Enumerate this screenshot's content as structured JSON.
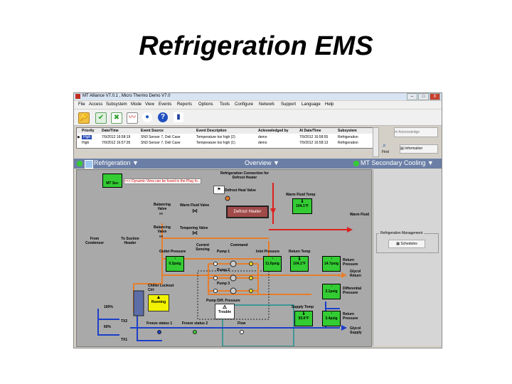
{
  "slide": {
    "title": "Refrigeration EMS"
  },
  "window": {
    "title": "MT Alliance V7.0.1 , Micro Thermo Demo V7.0",
    "min": "–",
    "max": "□",
    "close": "X"
  },
  "menu": [
    "File",
    "Access",
    "Subsystem",
    "Mode",
    "View",
    "Events",
    "Reports",
    "Options",
    "Tools",
    "Configure",
    "Network",
    "Support",
    "Language",
    "Help"
  ],
  "toolbar": [
    {
      "icon": "folder-key-icon",
      "glyph": "🔑",
      "color": "#e8a020"
    },
    {
      "icon": "checkmark-icon",
      "glyph": "✔",
      "color": "#20a020"
    },
    {
      "icon": "alarm-clear-icon",
      "glyph": "✖",
      "color": "#30a030"
    },
    {
      "icon": "trend-chart-icon",
      "glyph": "〰",
      "color": "#ffffff"
    },
    {
      "icon": "globe-icon",
      "glyph": "●",
      "color": "#2060c0"
    },
    {
      "icon": "help-icon",
      "glyph": "?",
      "color": "#2050c0"
    },
    {
      "icon": "bar-chart-icon",
      "glyph": "▮",
      "color": "#ffffff"
    }
  ],
  "alarms": {
    "columns": [
      "Priority",
      "Date/Time",
      "Event Source",
      "Event Description",
      "Acknowledged by",
      "At Date/Time",
      "Subsystem"
    ],
    "rows": [
      [
        "High",
        "7/9/2012 16:58:19",
        "SN3 Sensor 7, Deli Case",
        "Temperature too high (2)",
        "demo",
        "7/9/2012 16:58:55",
        "Refrigeration"
      ],
      [
        "High",
        "7/9/2012 16:57:35",
        "SN3 Sensor 7, Deli Case",
        "Temperature too high (1)",
        "demo",
        "7/9/2012 16:58:13",
        "Refrigeration"
      ]
    ]
  },
  "side_buttons": {
    "acknowledge": "Acknowledge",
    "find": "Find",
    "information": "Information"
  },
  "bluebar": {
    "left": "Refrigeration",
    "center": "Overview",
    "right": "MT Secondary Cooling"
  },
  "right_panel": {
    "group": "Refrigeration Management",
    "schedules": "Schedules"
  },
  "schematic": {
    "mt_sec": "MT Sec",
    "dyn_note": "<<< Dynamic View can be found in the Plug In...",
    "refrig_conn": "Refrigeration Connection for Defrost Heater",
    "defrost_valve": "Defrost Heat Valve",
    "defrost_heater": "Defrost Heater",
    "warm_fluid_temp_label": "Warm Fluid Temp",
    "warm_fluid_temp_value": "104.1°F",
    "warm_fluid": "Warm Fluid",
    "balancing_valve_1": "Balancing Valve",
    "balancing_valve_2": "Balancing Valve",
    "warm_fluid_valve": "Warm Fluid Valve",
    "tempering_valve": "Tempering Valve",
    "from_condenser": "From Condenser",
    "to_suction": "To Suction Header",
    "current_sensing": "Current Sensing",
    "command": "Command",
    "outlet_pressure_label": "Outlet Pressure",
    "outlet_pressure_value": "0.3psig",
    "pump1": "Pump 1",
    "pump2": "Pump 2",
    "pump3": "Pump 3",
    "inlet_pressure_label": "Inlet Pressure",
    "inlet_pressure_value": "11.0psig",
    "return_temp_label": "Return Temp",
    "return_temp_value": "104.1°F",
    "return_pressure_value": "14.7psig",
    "return_pressure": "Return Pressure",
    "glycol_return": "Glycol Return",
    "diff_pressure_value": "3.1psig",
    "differential_pressure": "Differential Pressure",
    "chiller_lockout": "Chiller Lockout Ctrl",
    "running": "Running",
    "pump_diff_pressure": "Pump Diff. Pressure",
    "trouble": "Trouble",
    "supply_temp_label": "Supply Temp",
    "supply_temp_value": "93.0°F",
    "supply_pressure_value": "3.4psig",
    "return_pressure_2": "Return Pressure",
    "glycol_supply": "Glycol Supply",
    "freeze1": "Freeze status 1",
    "freeze2": "Freeze status 2",
    "flow": "Flow",
    "pct1": "100%",
    "pct2": "60%",
    "tx2": "TX2",
    "tx1": "TX1"
  },
  "colors": {
    "orange": "#e87d2a",
    "red": "#dd2020",
    "blue": "#1c3fc8",
    "teal": "#1f8f8f",
    "green": "#33cc33",
    "bluebar": "#6b7fa6"
  }
}
